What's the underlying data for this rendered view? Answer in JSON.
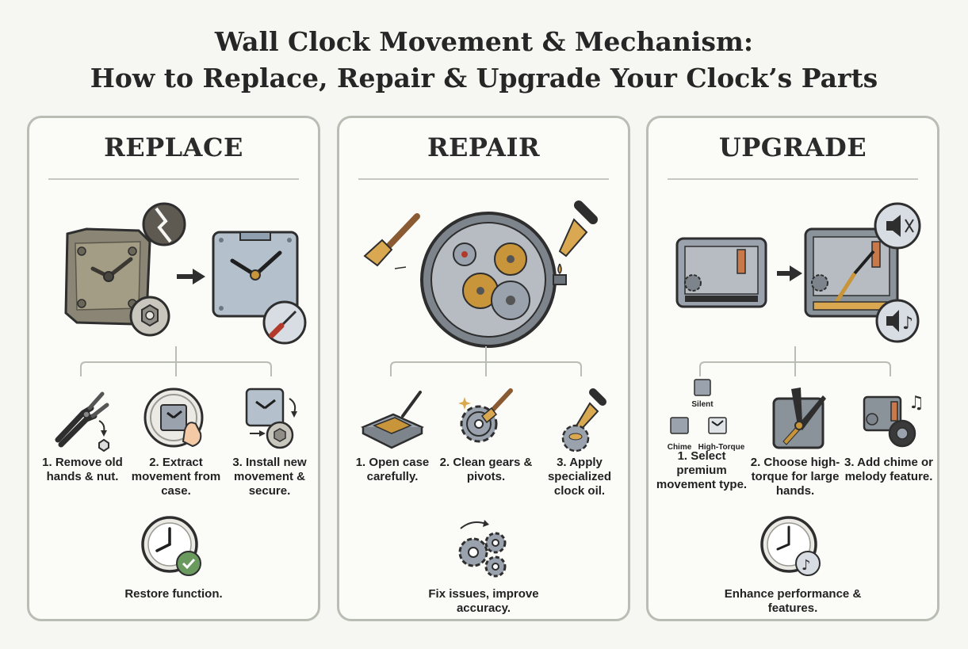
{
  "title": {
    "line1": "Wall Clock Movement & Mechanism:",
    "line2": "How to Replace, Repair & Upgrade Your Clock’s Parts"
  },
  "panels": [
    {
      "heading": "REPLACE",
      "steps": [
        {
          "text": "1. Remove old hands & nut.",
          "icon": "pliers-icon"
        },
        {
          "text": "2. Extract movement from case.",
          "icon": "clock-extract-icon"
        },
        {
          "text": "3. Install new movement & secure.",
          "icon": "install-movement-icon"
        }
      ],
      "summary": "Restore function.",
      "summary_icon": "clock-check-icon"
    },
    {
      "heading": "REPAIR",
      "steps": [
        {
          "text": "1. Open case carefully.",
          "icon": "open-case-icon"
        },
        {
          "text": "2. Clean gears & pivots.",
          "icon": "brush-gear-icon"
        },
        {
          "text": "3. Apply specialized clock oil.",
          "icon": "oil-dropper-icon"
        }
      ],
      "summary": "Fix issues, improve accuracy.",
      "summary_icon": "gears-cycle-icon"
    },
    {
      "heading": "UPGRADE",
      "steps": [
        {
          "text": "1. Select premium movement type.",
          "icon": "movement-types-icon",
          "labels": {
            "silent": "Silent",
            "chime": "Chime",
            "torque": "High-Torque"
          }
        },
        {
          "text": "2. Choose high-torque for large hands.",
          "icon": "large-hands-icon"
        },
        {
          "text": "3. Add chime or melody feature.",
          "icon": "chime-speaker-icon"
        }
      ],
      "summary": "Enhance performance & features.",
      "summary_icon": "clock-music-icon"
    }
  ],
  "colors": {
    "border": "#b9bdb3",
    "metal": "#9aa3ad",
    "brass": "#c8953a",
    "copper": "#c9784a",
    "accent_green": "#6a9a5e",
    "dark": "#2e2e2e"
  }
}
